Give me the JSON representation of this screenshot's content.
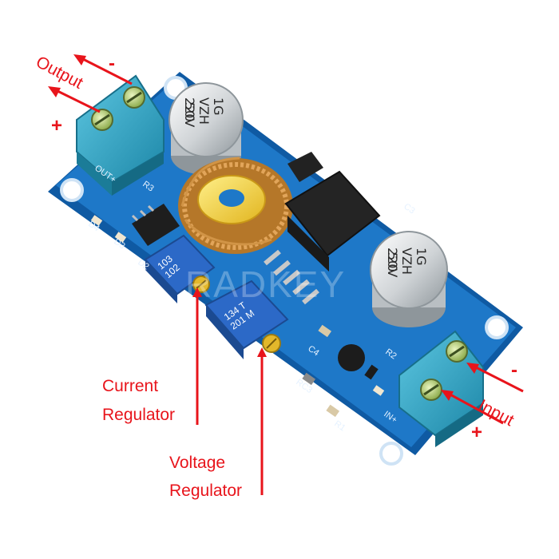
{
  "labels": {
    "output": "Output",
    "input": "Input",
    "current_regulator_line1": "Current",
    "current_regulator_line2": "Regulator",
    "voltage_regulator_line1": "Voltage",
    "voltage_regulator_line2": "Regulator",
    "minus_output": "-",
    "plus_output": "+",
    "minus_input": "-",
    "plus_input": "+"
  },
  "board": {
    "capacitor_1": [
      "1G",
      "VZH",
      "220",
      "50V"
    ],
    "capacitor_2": [
      "1G",
      "VZH",
      "220",
      "50V"
    ],
    "trimmer_current": [
      "103",
      "102"
    ],
    "trimmer_voltage": [
      "134 T",
      "201 M"
    ],
    "silk_out": "OUT+",
    "silk_in": "IN+",
    "silk_r2": "R2",
    "silk_c4": "C4",
    "silk_c3": "C3",
    "silk_d2": "D2",
    "silk_d3": "D3",
    "silk_d4": "D4",
    "silk_r1": "R1",
    "silk_r3": "R3",
    "silk_rc": "RC3",
    "watermark": "RADKEY"
  },
  "colors": {
    "pcb": "#1e78c8",
    "pcb_dark": "#0f5aa3",
    "terminal": "#2aa7c8",
    "annotation": "#e8141b",
    "coil": "#c98a3a",
    "core": "#f4d23a"
  }
}
